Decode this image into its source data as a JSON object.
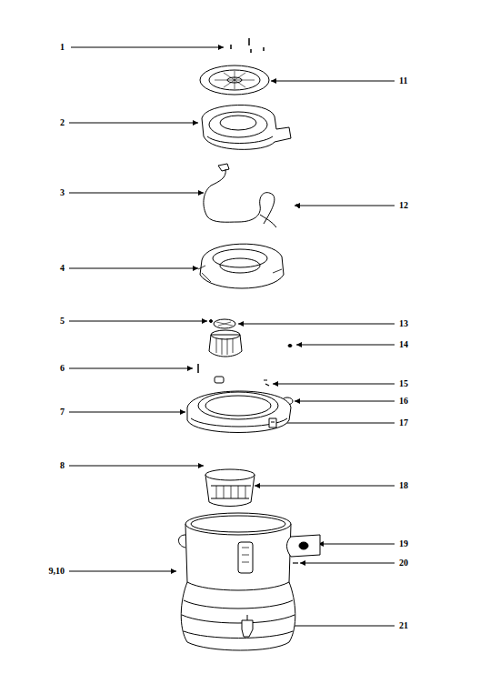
{
  "diagram": {
    "labels": [
      "1",
      "11",
      "2",
      "3",
      "12",
      "4",
      "5",
      "13",
      "14",
      "6",
      "15",
      "16",
      "7",
      "17",
      "8",
      "18",
      "19",
      "20",
      "9,10",
      "21"
    ]
  }
}
